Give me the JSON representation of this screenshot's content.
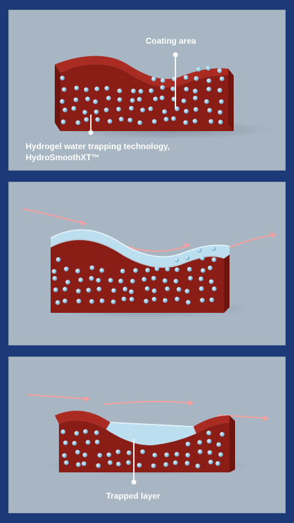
{
  "labels": {
    "coating_area": "Coating area",
    "hydrogel_line1": "Hydrogel water trapping technology,",
    "hydrogel_line2": "HydroSmoothXT™",
    "trapped_layer": "Trapped layer"
  },
  "colors": {
    "frame": "#1c3a78",
    "panel_bg": "#a7b6c2",
    "block_front": "#8b1d17",
    "block_top": "#a92b22",
    "block_side": "#6f1510",
    "dot": "#9fd0ea",
    "water": "#bfe3f4",
    "arrow": "#f2a0a0"
  }
}
